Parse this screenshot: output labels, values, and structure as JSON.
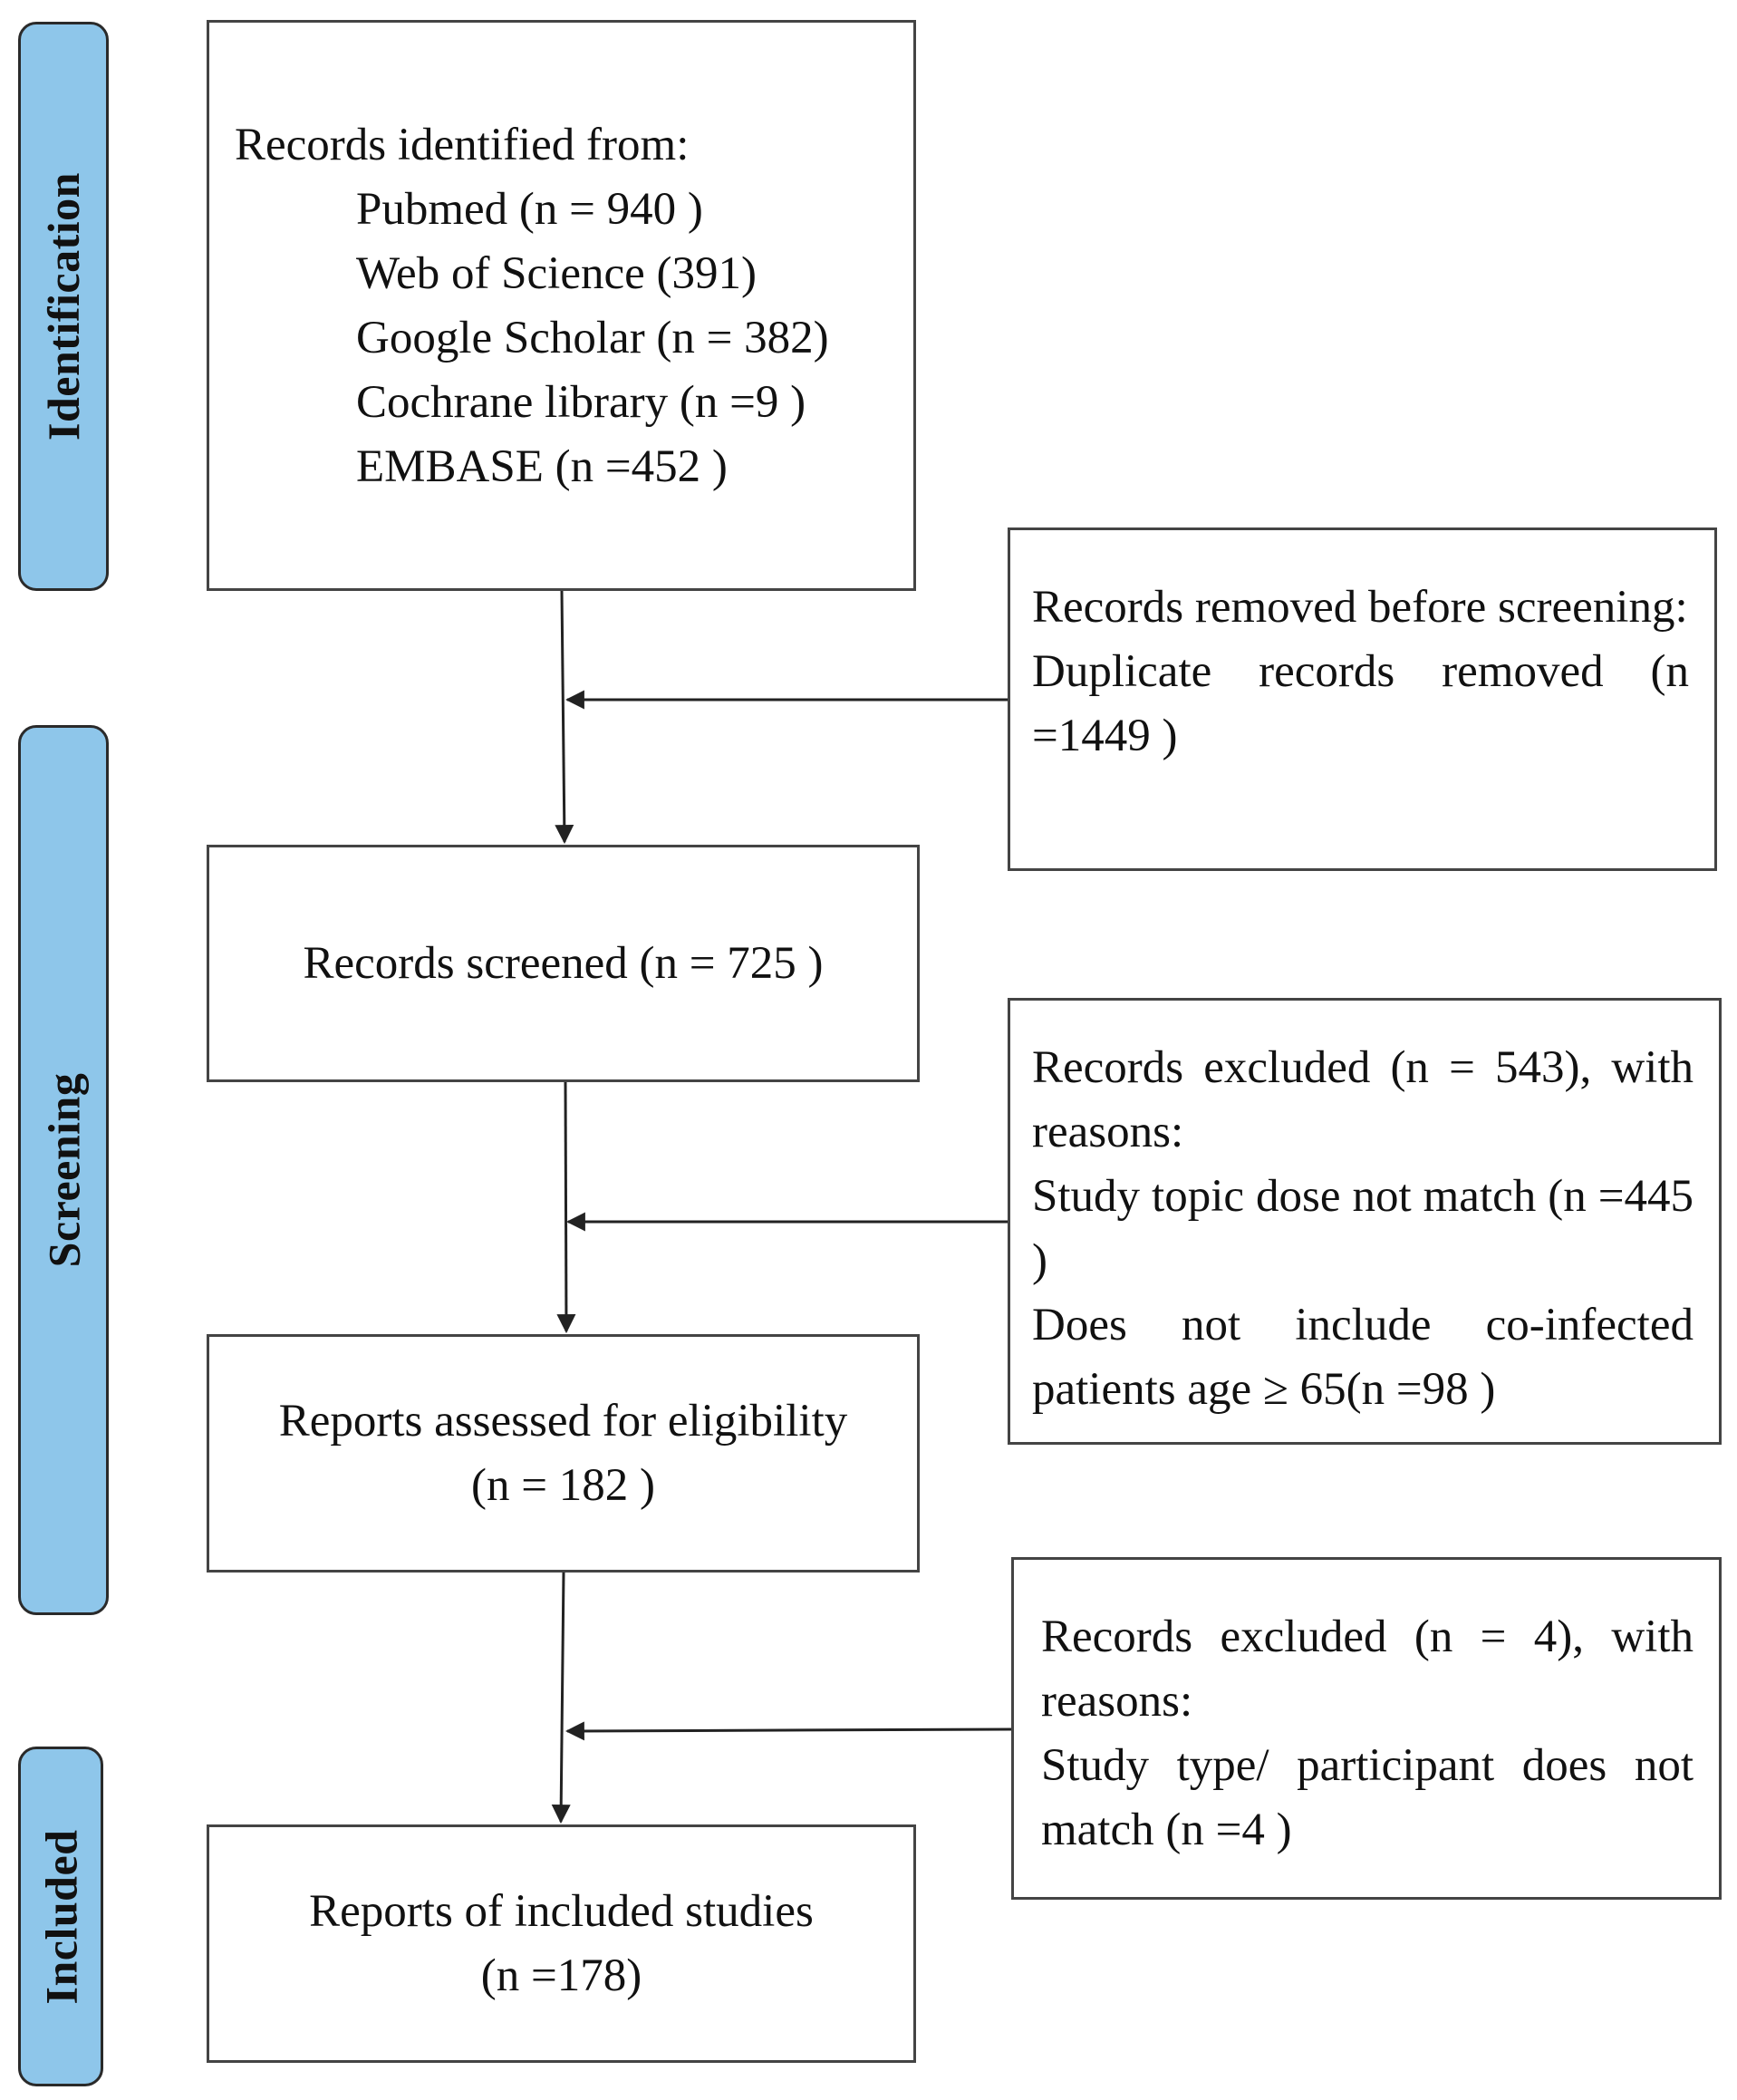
{
  "phases": {
    "identification": "Identification",
    "screening": "Screening",
    "included": "Included"
  },
  "identification_box": {
    "heading": "Records identified from:",
    "sources": [
      "Pubmed (n = 940 )",
      "Web of Science (391)",
      "Google Scholar (n = 382)",
      "Cochrane library (n =9 )",
      "EMBASE (n =452 )"
    ]
  },
  "removed_box": {
    "text": "Records removed before screening:",
    "detail": "Duplicate records removed (n =1449 )"
  },
  "screened_box": {
    "text": "Records screened (n = 725 )"
  },
  "excluded_screening_box": {
    "heading": "Records excluded (n = 543), with reasons:",
    "reason1": "Study topic dose not match (n =445 )",
    "reason2": "Does not include co-infected patients age ≥ 65(n =98 )"
  },
  "eligibility_box": {
    "line1": "Reports assessed for eligibility",
    "line2": "(n = 182 )"
  },
  "excluded_eligibility_box": {
    "heading": "Records excluded (n = 4), with reasons:",
    "reason1": "Study type/ participant does not match (n =4 )"
  },
  "included_box": {
    "line1": "Reports of included studies",
    "line2": "(n =178)"
  },
  "colors": {
    "phase_fill": "#8ec6ea",
    "box_border": "#444444",
    "arrow": "#222222"
  }
}
